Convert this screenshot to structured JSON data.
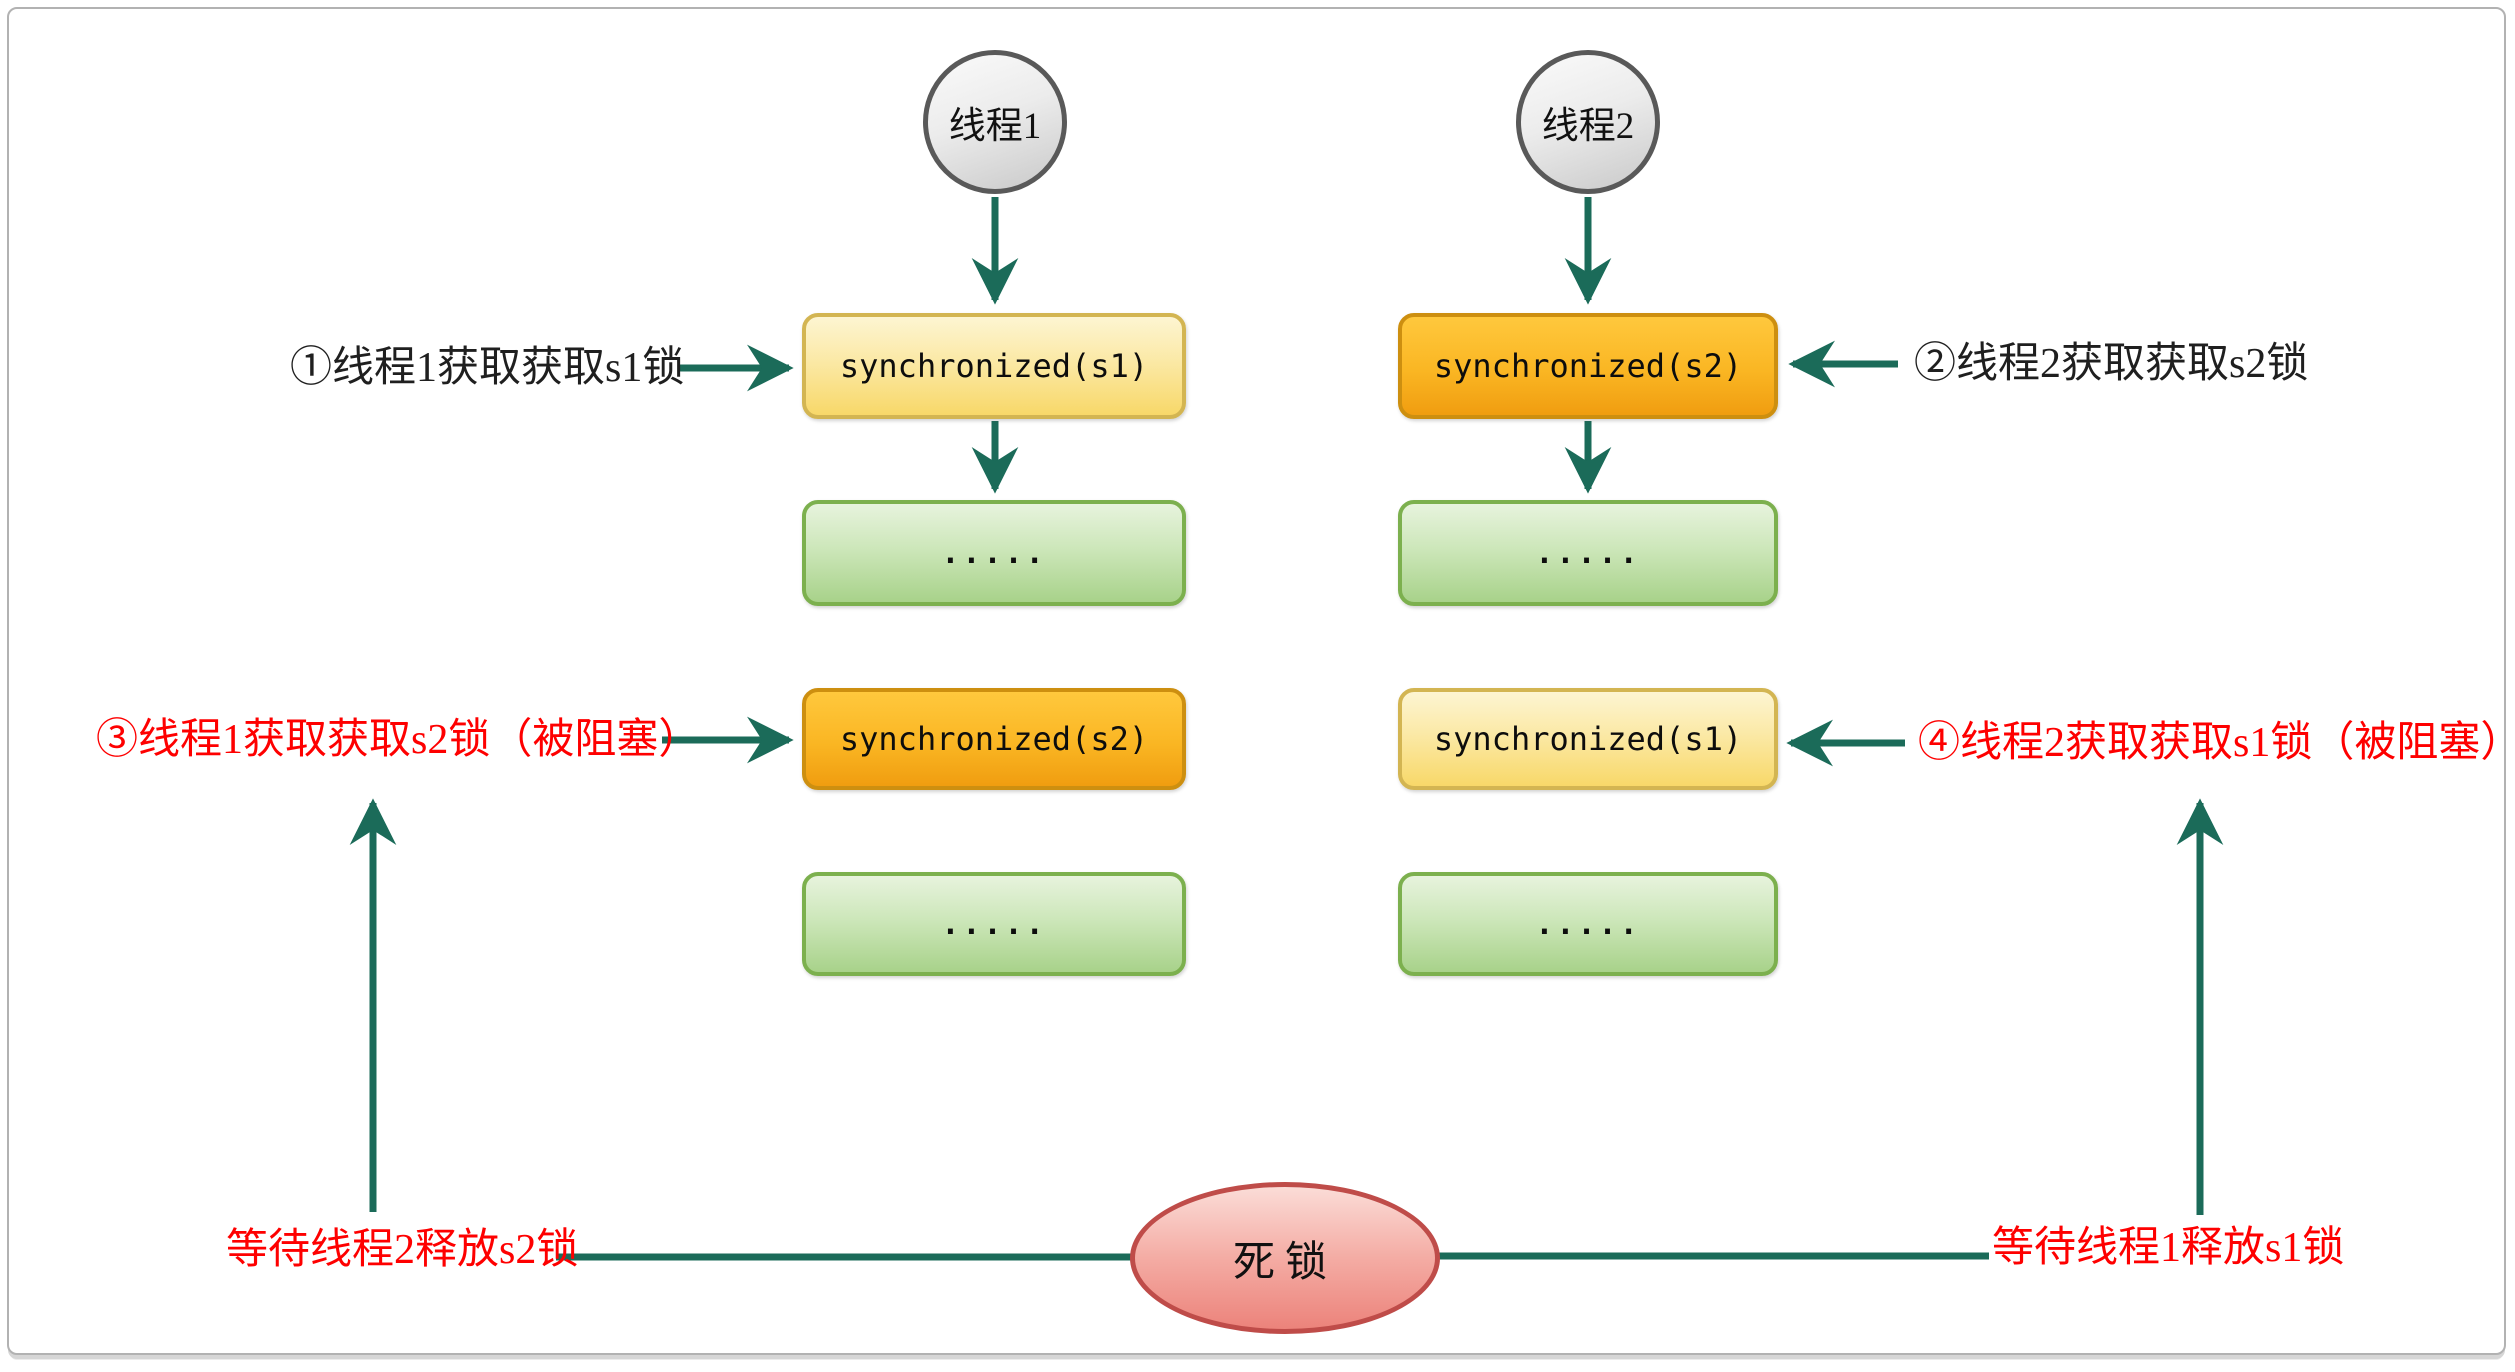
{
  "threads": {
    "t1": "线程1",
    "t2": "线程2"
  },
  "boxes": {
    "t1_row1": "synchronized(s1)",
    "t1_row2": ".....",
    "t1_row3": "synchronized(s2)",
    "t1_row4": ".....",
    "t2_row1": "synchronized(s2)",
    "t2_row2": ".....",
    "t2_row3": "synchronized(s1)",
    "t2_row4": "....."
  },
  "annotations": {
    "step1": "①线程1获取获取s1锁",
    "step2": "②线程2获取获取s2锁",
    "step3": "③线程1获取获取s2锁（被阻塞）",
    "step4": "④线程2获取获取s1锁（被阻塞）",
    "wait_left": "等待线程2释放s2锁",
    "wait_right": "等待线程1释放s1锁"
  },
  "deadlock": {
    "label": "死锁"
  },
  "colors": {
    "arrow_teal": "#1b6b59",
    "box_yellow_fill": "#f8d869",
    "box_yellow_border": "#d3b552",
    "box_orange_fill": "#f09d10",
    "box_orange_border": "#cd8f10",
    "box_green_fill": "#a8d28a",
    "box_green_border": "#7cb04e",
    "circle_fill": "#d9d9d9",
    "circle_border": "#595959",
    "deadlock_fill": "#ec837b",
    "deadlock_border": "#bf4c49",
    "annotation_red": "#fe0000",
    "annotation_black": "#1f1f1f"
  }
}
